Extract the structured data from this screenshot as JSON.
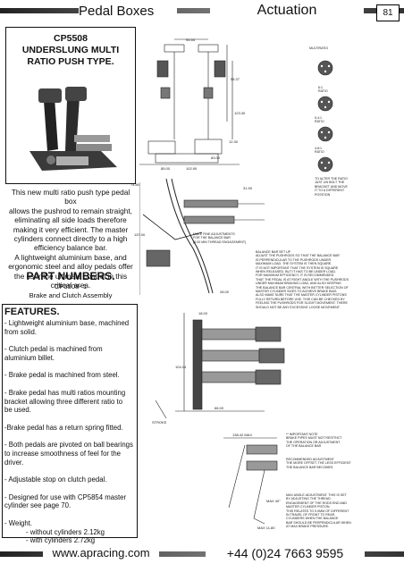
{
  "header": {
    "left_title": "Pedal Boxes",
    "right_title": "Actuation",
    "page_number": "81"
  },
  "product": {
    "title": "CP5508\nUNDERSLUNG MULTI\nRATIO PUSH TYPE.",
    "description": "This new multi ratio push type pedal box\nallows the pushrod to remain straight,\neliminating all side loads therefore\nmaking it very efficient. The master\ncylinders connect directly to a high\nefficiency balance bar.\nA lightweight aluminium base, and\nergonomic steel and alloy pedals offer\nthe user the ultimate control in this\ncritical area."
  },
  "parts": {
    "title": "PART NUMBERS.",
    "number": "CP5508- 1",
    "name": "Brake and Clutch Assembly"
  },
  "features": {
    "title": "FEATURES.",
    "items": [
      "-  Lightweight aluminium base, machined\nfrom solid.",
      "- Clutch pedal is machined from\naluminium billet.",
      "- Brake pedal is machined from steel.",
      "- Brake pedal has multi ratios mounting\nbracket allowing three different ratio to\nbe used.",
      "-Brake pedal has a return spring fitted.",
      "- Both pedals are pivoted on ball bearings\nto increase smoothness of feel for the\ndriver.",
      "- Adjustable stop on clutch pedal.",
      "- Designed for use with CP5854 master\ncylinder see page 70.",
      "- Weight."
    ],
    "weight_details": "- without cylinders 2.12kg\n- with cylinders 2.72kg"
  },
  "drawing": {
    "ratio_labels": [
      "MULTIRATIO",
      "6:1\nRATIO",
      "5.4:1\nRATIO",
      "4.8:1\nRATIO"
    ],
    "ratio_note": "TO ALTER THE RATIO\nJUST UN BOLT THE\nBRACKET AND MOVE\nIT TO A DIFFERENT\nPOSITION",
    "adjust_note": "MAKE FINE ADJUSTMENTS\nFOR THE BALANCE BAR\n(6.00 MIN THREAD ENGAGEMENT)",
    "balance_note": "BALANCE BAR SET UP\nADJUST THE PUSHRODS SO THAT THE BALANCE BAR\nIS PERPENDICULAR TO THE PUSHRODS UNDER\nMAXIMUM LOAD. THE SYSTEM IS THEN SQUARE.\nIT IS NOT IMPORTANT THAT THE SYSTEM IS SQUARE\nWHEN RELEASED. BUT IT HAS TO BE UNDER LOAD.\nFOR MAXIMUM EFFICIENCY, IT IS RECOMMENDED\nTHAT THE PEDAL IS AT RIGHT ANGLE WITH THE PUSHRODS\nUNDER MAXIMUM BRAKING LOAD, AND ALSO KEEPING\nTHE BALANCE BAR CENTRAL WITH BETTER SELECTION OF\nMASTER CYLINDER SIZES TO ACHIEVE BRAKE BIAS.\nALSO MAKE SURE THAT THE MASTER CYLINDER PISTONS\nFULLY RETURN BEFORE USE. THIS CAN BE CHECKED BY\nFEELING THE PUSHRODS FOR SLIGHT MOVEMENT. THERE\nSHOULD NOT BE ANY EXCESSIVE LOOSE MOVEMENT.",
    "important_note": "** IMPORTANT NOTE\nBRAKE PIPES MUST NOT RESTRICT\nTHE OPERATION OR ADJUSTMENT\nOF THE BALANCE BAR",
    "recommended_note": "RECOMMENDED ADJUSTMENT\nTHE MORE OFFSET, THE LESS EFFICIENT\nTHE BALANCE BAR BECOMES.",
    "max_angle_note": "MAX ANGLE ADJUSTMENT. THIS IS SET\nBY ADJUSTING THE THREAD\nENGAGEMENT OF THE RODS END AND\nMASTER CYLINDER PISTON.\nTHIS RELATES TO 9.0mm OF DIFFERENT\nIN TRAVEL OF FRONT TO REAR\nCYLINDERS WHEN THE BALANCE\nBAR SHOULD BE PERPENDICULAR WHEN\nAT MAX BRAKE PRESSURE.",
    "dims": [
      "95.54",
      "55.37",
      "123.30",
      "12.30",
      "83.00",
      "102.90",
      "85.00",
      "31.90",
      "74.80",
      "28.00",
      "120.00",
      "18.00",
      "104.14",
      "66.00",
      "138.42 MAX",
      "MAX 11.80",
      "MAX 40°",
      "STROKE"
    ]
  },
  "footer": {
    "website": "www.apracing.com",
    "phone": "+44 (0)24 7663 9595"
  }
}
